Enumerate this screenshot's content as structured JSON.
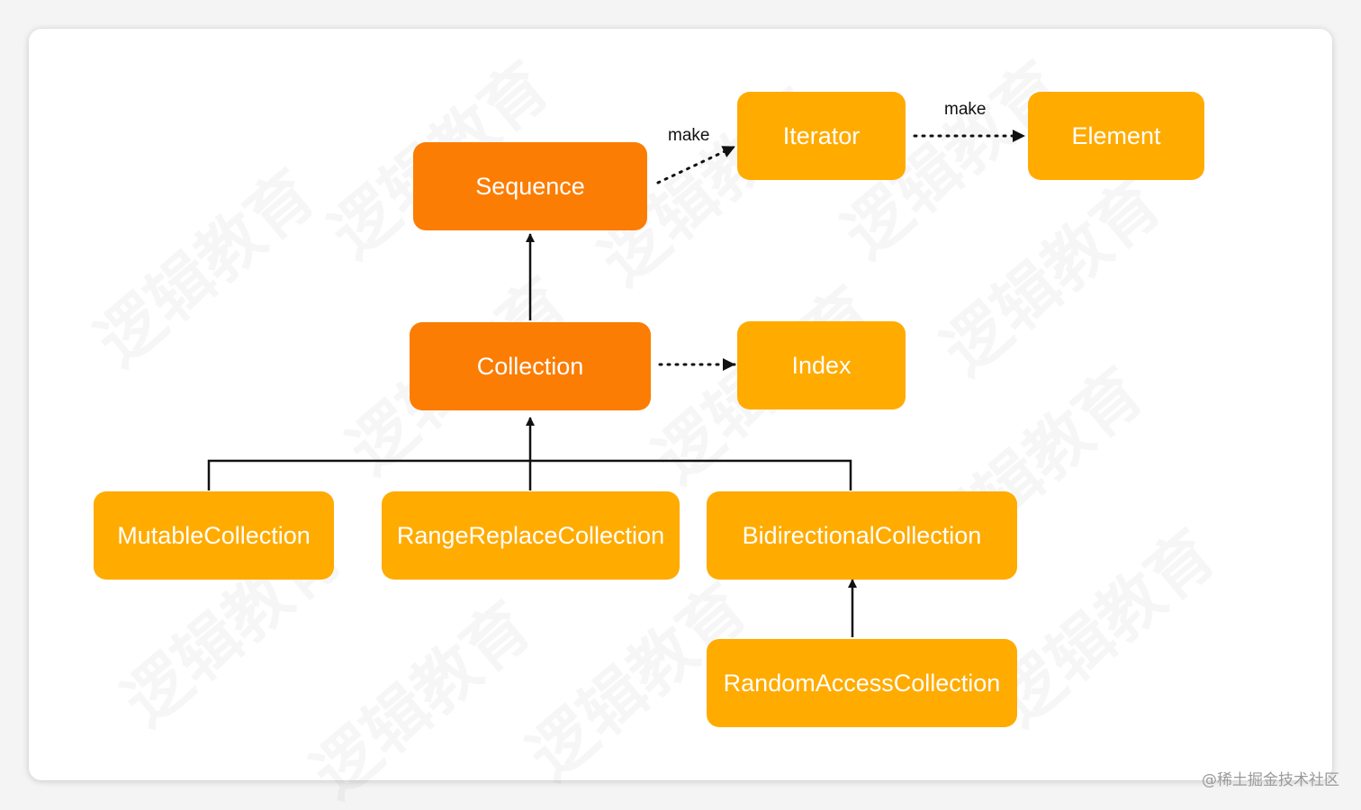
{
  "colors": {
    "primary_node": "#fb7d03",
    "secondary_node": "#ffab00",
    "edge": "#111111"
  },
  "nodes": {
    "sequence": "Sequence",
    "iterator": "Iterator",
    "element": "Element",
    "collection": "Collection",
    "index": "Index",
    "mutable_collection": "MutableCollection",
    "range_replace_collection": "RangeReplaceCollection",
    "bidirectional_collection": "BidirectionalCollection",
    "random_access_collection": "RandomAccessCollection"
  },
  "edge_labels": {
    "sequence_to_iterator": "make",
    "iterator_to_element": "make"
  },
  "watermark": {
    "text": "逻辑教育"
  },
  "credit": "@稀土掘金技术社区"
}
